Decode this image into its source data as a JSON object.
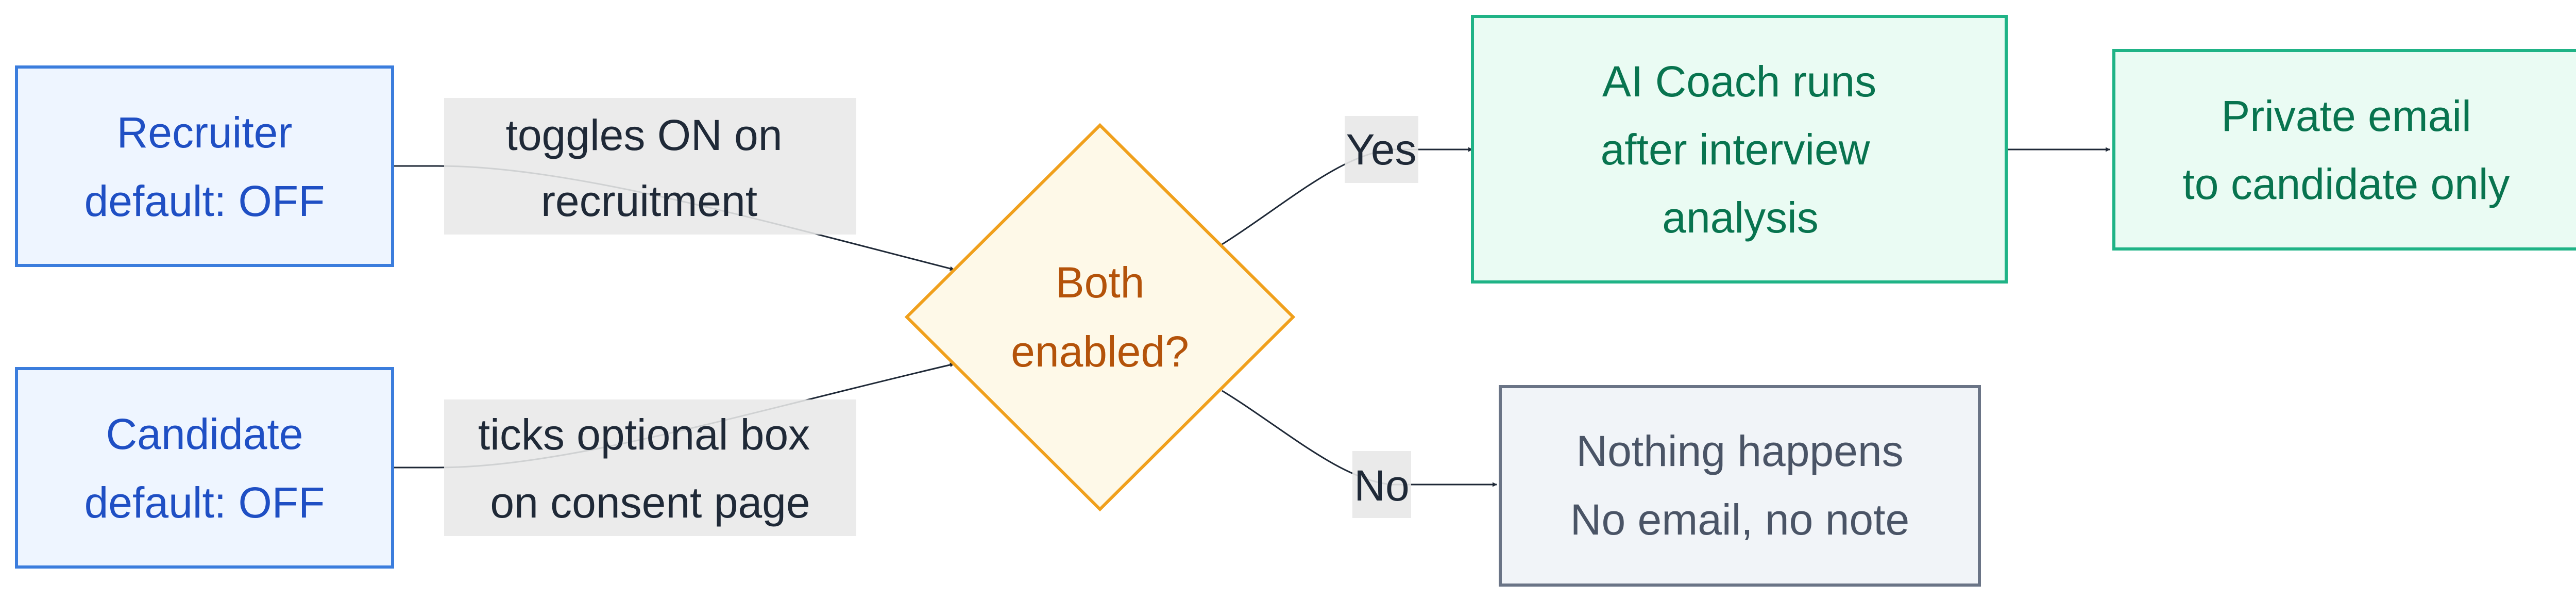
{
  "nodes": {
    "recruiter": {
      "line1": "Recruiter",
      "line2": "default: OFF"
    },
    "candidate": {
      "line1": "Candidate",
      "line2": "default: OFF"
    },
    "decision": {
      "line1": "Both",
      "line2": "enabled?"
    },
    "coach": {
      "line1": "AI Coach runs",
      "line2": "after interview",
      "line3": "analysis"
    },
    "email": {
      "line1": "Private email",
      "line2": "to candidate only"
    },
    "nothing": {
      "line1": "Nothing happens",
      "line2": "No email, no note"
    }
  },
  "edges": {
    "recruiter_to_decision": {
      "line1": "toggles ON on",
      "line2": "recruitment"
    },
    "candidate_to_decision": {
      "line1": "ticks optional box",
      "line2": "on consent page"
    },
    "yes": "Yes",
    "no": "No"
  },
  "colors": {
    "blue_stroke": "#3b7ddd",
    "blue_fill": "#eef5ff",
    "blue_text": "#1f4fc4",
    "amber_stroke": "#f0a01c",
    "amber_fill": "#fef9e8",
    "amber_text": "#b4530a",
    "green_stroke": "#1fb386",
    "green_fill": "#eafbf3",
    "green_text": "#08744f",
    "gray_stroke": "#6a7486",
    "gray_fill": "#f1f4f8",
    "gray_text": "#4a5466",
    "edge": "#1f2937",
    "edge_label_bg": "#e8e8e8",
    "edge_label_text": "#1f2937"
  }
}
